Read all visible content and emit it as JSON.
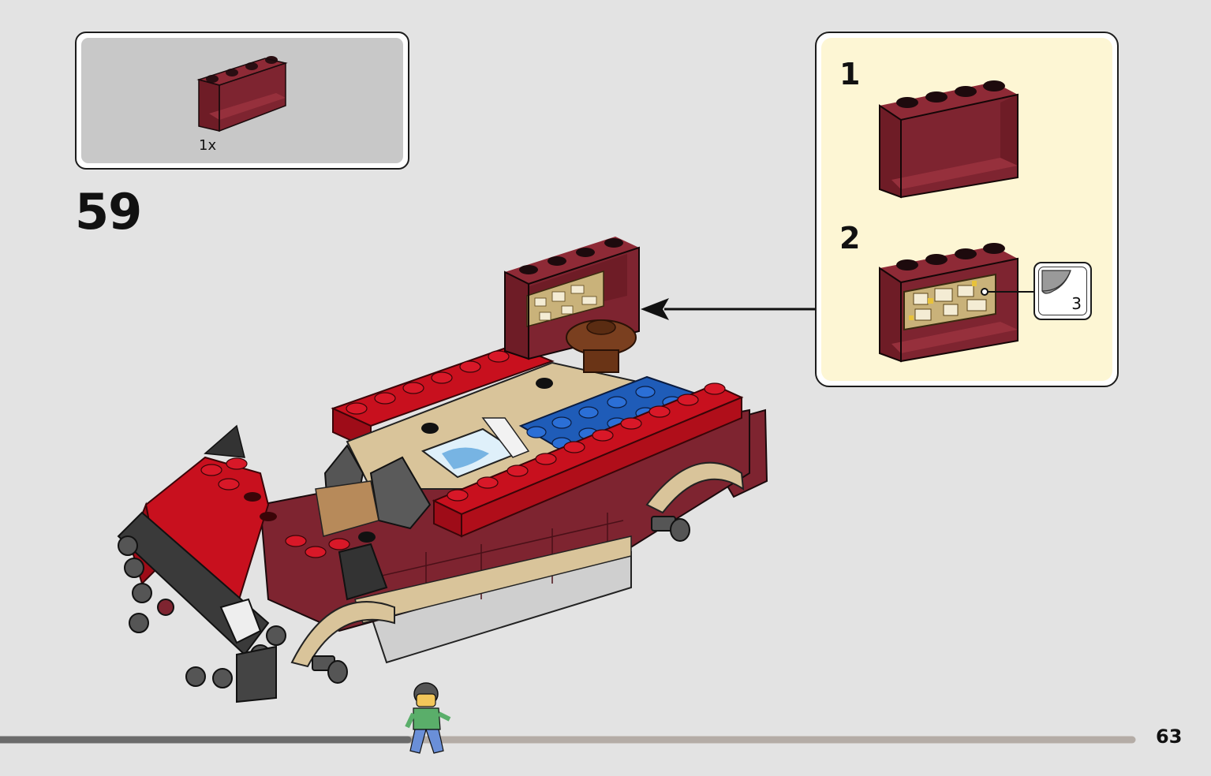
{
  "parts_list": {
    "quantity": "1x",
    "part_color": "#7e2430"
  },
  "step": {
    "number": "59"
  },
  "callout": {
    "substeps": [
      {
        "number": "1"
      },
      {
        "number": "2"
      }
    ],
    "sticker": {
      "number": "3"
    }
  },
  "page": {
    "number": "63"
  },
  "progress": {
    "fraction": 0.36
  },
  "colors": {
    "background": "#e3e3e3",
    "dark_red": "#7e2430",
    "bright_red": "#c8101e",
    "tan": "#d9c49a",
    "blue": "#1f5cb8",
    "callout_bg": "#fdf6d4",
    "parts_bg": "#c8c8c8"
  }
}
